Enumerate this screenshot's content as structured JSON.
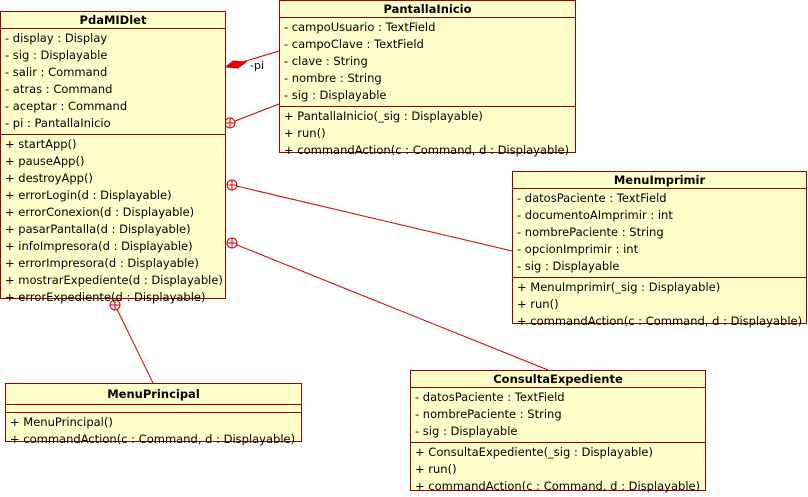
{
  "colors": {
    "line": "#cc0000",
    "fill": "#ffffcc",
    "border": "#990000"
  },
  "classes": {
    "pdamidlet": {
      "name": "PdaMIDlet",
      "attributes": [
        "- display : Display",
        "- sig : Displayable",
        "- salir : Command",
        "- atras : Command",
        "- aceptar : Command",
        "- pi : PantallaInicio"
      ],
      "operations": [
        "+ startApp()",
        "+ pauseApp()",
        "+ destroyApp()",
        "+ errorLogin(d : Displayable)",
        "+ errorConexion(d : Displayable)",
        "+ pasarPantalla(d : Displayable)",
        "+ infoImpresora(d : Displayable)",
        "+ errorImpresora(d : Displayable)",
        "+ mostrarExpediente(d : Displayable)",
        "+ errorExpediente(d : Displayable)"
      ]
    },
    "pantallainicio": {
      "name": "PantallaInicio",
      "attributes": [
        "- campoUsuario : TextField",
        "- campoClave : TextField",
        "- clave : String",
        "- nombre : String",
        "- sig : Displayable"
      ],
      "operations": [
        "+ PantallaInicio(_sig : Displayable)",
        "+ run()",
        "+ commandAction(c : Command, d : Displayable)"
      ]
    },
    "menuimprimir": {
      "name": "MenuImprimir",
      "attributes": [
        "- datosPaciente : TextField",
        "- documentoAImprimir : int",
        "- nombrePaciente : String",
        "- opcionImprimir : int",
        "- sig : Displayable"
      ],
      "operations": [
        "+ MenuImprimir(_sig : Displayable)",
        "+ run()",
        "+ commandAction(c : Command, d : Displayable)"
      ]
    },
    "menuprincipal": {
      "name": "MenuPrincipal",
      "attributes": [],
      "operations": [
        "+ MenuPrincipal()",
        "+ commandAction(c : Command, d : Displayable)"
      ]
    },
    "consultaexpediente": {
      "name": "ConsultaExpediente",
      "attributes": [
        "- datosPaciente : TextField",
        "- nombrePaciente : String",
        "- sig : Displayable"
      ],
      "operations": [
        "+ ConsultaExpediente(_sig : Displayable)",
        "+ run()",
        "+ commandAction(c : Command, d : Displayable)"
      ]
    }
  },
  "associations": [
    {
      "from": "pdamidlet",
      "to": "pantallainicio",
      "end": "aggregation",
      "role": "-pi"
    },
    {
      "from": "pdamidlet",
      "to": "pantallainicio",
      "end": "containment"
    },
    {
      "from": "pdamidlet",
      "to": "menuimprimir",
      "end": "containment"
    },
    {
      "from": "pdamidlet",
      "to": "consultaexpediente",
      "end": "containment"
    },
    {
      "from": "pdamidlet",
      "to": "menuprincipal",
      "end": "containment"
    }
  ]
}
